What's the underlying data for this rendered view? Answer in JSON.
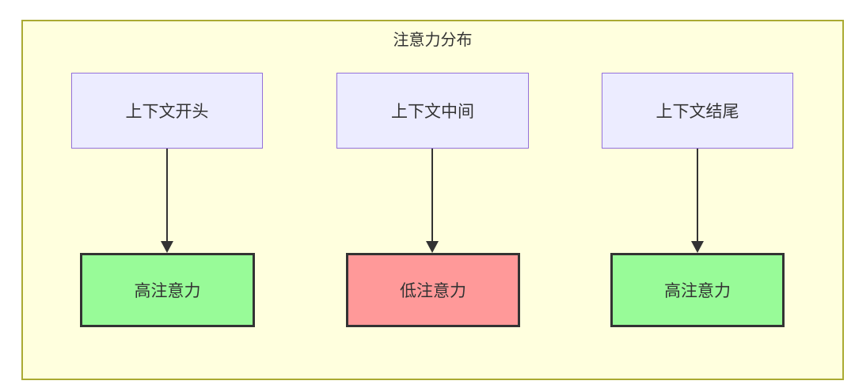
{
  "diagram": {
    "title": "注意力分布",
    "columns": [
      {
        "source": "上下文开头",
        "target": "高注意力",
        "level": "high"
      },
      {
        "source": "上下文中间",
        "target": "低注意力",
        "level": "low"
      },
      {
        "source": "上下文结尾",
        "target": "高注意力",
        "level": "high"
      }
    ],
    "colors": {
      "frame_fill": "#ffffde",
      "frame_stroke": "#aaaa33",
      "context_node_fill": "#ececff",
      "context_node_stroke": "#9370db",
      "high_attention_fill": "#98fb98",
      "low_attention_fill": "#ff9999",
      "result_node_stroke": "#333333",
      "arrow_color": "#333333",
      "text_color": "#333333"
    }
  }
}
